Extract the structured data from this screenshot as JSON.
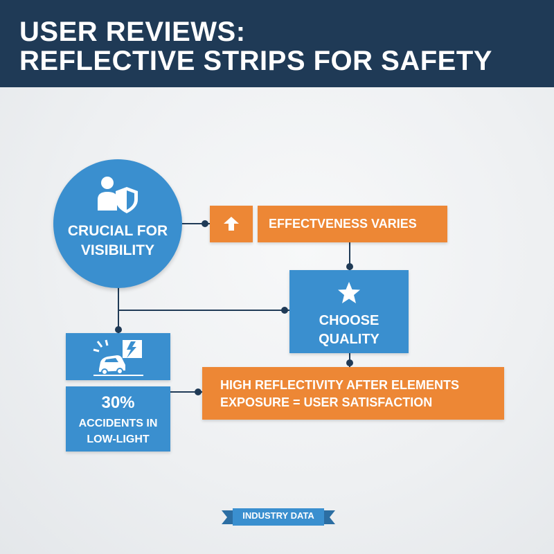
{
  "header": {
    "title_line1": "USER REVIEWS:",
    "title_line2": "REFLECTIVE STRIPS FOR SAFETY"
  },
  "colors": {
    "header_bg": "#1f3a56",
    "blue": "#3a8fcf",
    "orange": "#ed8735",
    "connector": "#1f3a56"
  },
  "nodes": {
    "visibility": {
      "line1": "CRUCIAL FOR",
      "line2": "VISIBILITY",
      "icon": "user-shield-icon"
    },
    "arrow": {
      "icon": "arrow-up-icon"
    },
    "effectiveness": {
      "label": "EFFECTVENESS VARIES"
    },
    "quality": {
      "line1": "CHOOSE",
      "line2": "QUALITY",
      "icon": "star-icon"
    },
    "accident": {
      "icon": "car-crash-icon"
    },
    "stat": {
      "value": "30%",
      "label_line1": "ACCIDENTS IN",
      "label_line2": "LOW-LIGHT"
    },
    "result": {
      "line1": "HIGH REFLECTIVITY AFTER ELEMENTS",
      "line2": "EXPOSURE = USER SATISFACTION"
    }
  },
  "footer": {
    "label": "INDUSTRY DATA"
  }
}
